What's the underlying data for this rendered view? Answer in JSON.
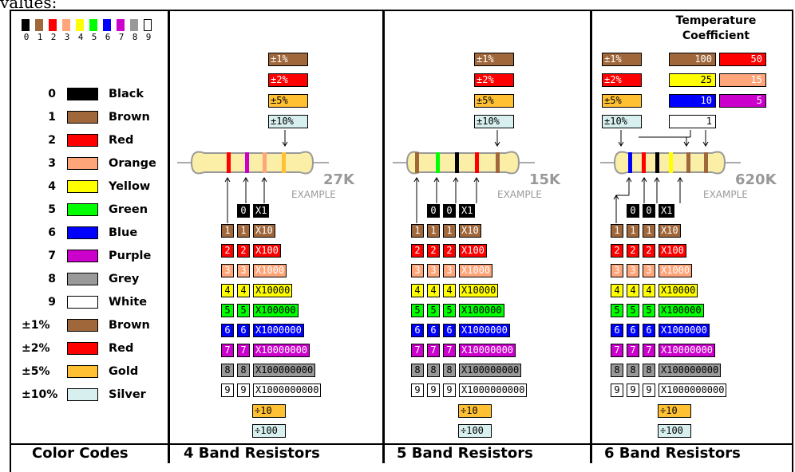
{
  "fragment_text": "values:",
  "strip_digits": [
    "0",
    "1",
    "2",
    "3",
    "4",
    "5",
    "6",
    "7",
    "8",
    "9"
  ],
  "strip_colors": [
    "#000000",
    "#a0673a",
    "#ff0000",
    "#ffa57a",
    "#ffff00",
    "#00ff00",
    "#0000ff",
    "#cc00cc",
    "#999999",
    "#ffffff"
  ],
  "legend": [
    {
      "code": "0",
      "name": "Black",
      "color": "#000000"
    },
    {
      "code": "1",
      "name": "Brown",
      "color": "#a0673a"
    },
    {
      "code": "2",
      "name": "Red",
      "color": "#ff0000"
    },
    {
      "code": "3",
      "name": "Orange",
      "color": "#ffa57a"
    },
    {
      "code": "4",
      "name": "Yellow",
      "color": "#ffff00"
    },
    {
      "code": "5",
      "name": "Green",
      "color": "#00ff00"
    },
    {
      "code": "6",
      "name": "Blue",
      "color": "#0000ff"
    },
    {
      "code": "7",
      "name": "Purple",
      "color": "#cc00cc"
    },
    {
      "code": "8",
      "name": "Grey",
      "color": "#999999"
    },
    {
      "code": "9",
      "name": "White",
      "color": "#ffffff"
    },
    {
      "code": "±1%",
      "name": "Brown",
      "color": "#a0673a"
    },
    {
      "code": "±2%",
      "name": "Red",
      "color": "#ff0000"
    },
    {
      "code": "±5%",
      "name": "Gold",
      "color": "#ffc133"
    },
    {
      "code": "±10%",
      "name": "Silver",
      "color": "#d7efef"
    }
  ],
  "tolerance_chips": [
    {
      "label": "±1%",
      "bg": "#a0673a",
      "fg": "#ffffff"
    },
    {
      "label": "±2%",
      "bg": "#ff0000",
      "fg": "#ffffff"
    },
    {
      "label": "±5%",
      "bg": "#ffc133",
      "fg": "#000000"
    },
    {
      "label": "±10%",
      "bg": "#d7efef",
      "fg": "#000000"
    }
  ],
  "digit_rows": [
    {
      "digit": "1",
      "mult": "X10",
      "bg": "#a0673a",
      "fg": "#ffffff"
    },
    {
      "digit": "2",
      "mult": "X100",
      "bg": "#ff0000",
      "fg": "#ffffff"
    },
    {
      "digit": "3",
      "mult": "X1000",
      "bg": "#ffa57a",
      "fg": "#ffffff"
    },
    {
      "digit": "4",
      "mult": "X10000",
      "bg": "#ffff00",
      "fg": "#000000"
    },
    {
      "digit": "5",
      "mult": "X100000",
      "bg": "#00ff00",
      "fg": "#000000"
    },
    {
      "digit": "6",
      "mult": "X1000000",
      "bg": "#0000ff",
      "fg": "#ffffff"
    },
    {
      "digit": "7",
      "mult": "X10000000",
      "bg": "#cc00cc",
      "fg": "#ffffff"
    },
    {
      "digit": "8",
      "mult": "X100000000",
      "bg": "#999999",
      "fg": "#000000"
    },
    {
      "digit": "9",
      "mult": "X1000000000",
      "bg": "#ffffff",
      "fg": "#000000"
    }
  ],
  "zero_row": {
    "digit": "0",
    "mult": "X1",
    "bg": "#000000",
    "fg": "#ffffff"
  },
  "divisors": [
    {
      "label": "÷10",
      "bg": "#ffc133",
      "fg": "#000000"
    },
    {
      "label": "÷100",
      "bg": "#d7efef",
      "fg": "#000000"
    }
  ],
  "temp_coefficient": {
    "title_line1": "Temperature",
    "title_line2": "Coefficient",
    "chips": [
      {
        "value": "100",
        "bg": "#a0673a",
        "fg": "#ffffff"
      },
      {
        "value": "50",
        "bg": "#ff0000",
        "fg": "#ffffff"
      },
      {
        "value": "25",
        "bg": "#ffff00",
        "fg": "#000000"
      },
      {
        "value": "15",
        "bg": "#ffa57a",
        "fg": "#ffffff"
      },
      {
        "value": "10",
        "bg": "#0000ff",
        "fg": "#ffffff"
      },
      {
        "value": "5",
        "bg": "#cc00cc",
        "fg": "#ffffff"
      },
      {
        "value": "1",
        "bg": "#ffffff",
        "fg": "#000000"
      }
    ]
  },
  "resistors": [
    {
      "value": "27K",
      "example": "EXAMPLE",
      "bands": [
        "#ff0000",
        "#cc00cc",
        "#ffa57a",
        "#ffc133"
      ]
    },
    {
      "value": "15K",
      "example": "EXAMPLE",
      "bands": [
        "#a0673a",
        "#00ff00",
        "#000000",
        "#ff0000",
        "#a0673a"
      ]
    },
    {
      "value": "620K",
      "example": "EXAMPLE",
      "bands": [
        "#0000ff",
        "#ff0000",
        "#000000",
        "#ffff00",
        "#a0673a",
        "#a0673a"
      ]
    }
  ],
  "titles": [
    "Color Codes",
    "4 Band Resistors",
    "5 Band Resistors",
    "6 Band Resistors"
  ]
}
